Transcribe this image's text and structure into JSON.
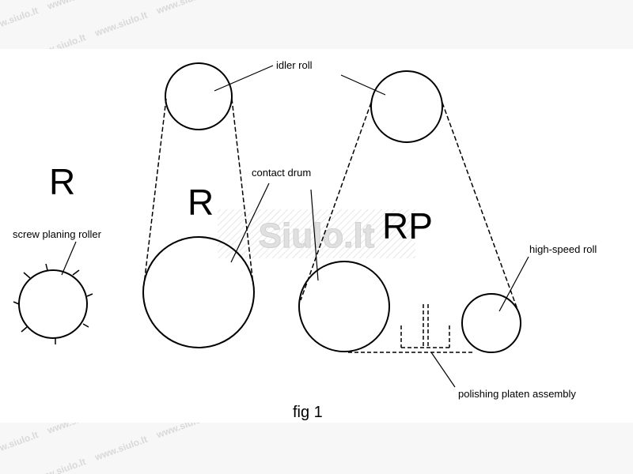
{
  "watermark": {
    "text": "www.siulo.lt",
    "logo": "Siulo.lt"
  },
  "letters": {
    "r_left": "R",
    "r_mid": "R",
    "rp": "RP"
  },
  "labels": {
    "idler_roll": "idler roll",
    "contact_drum": "contact drum",
    "screw_planing_roller": "screw planing roller",
    "high_speed_roll": "high-speed roll",
    "polishing_platen": "polishing platen assembly"
  },
  "caption": "fig 1"
}
